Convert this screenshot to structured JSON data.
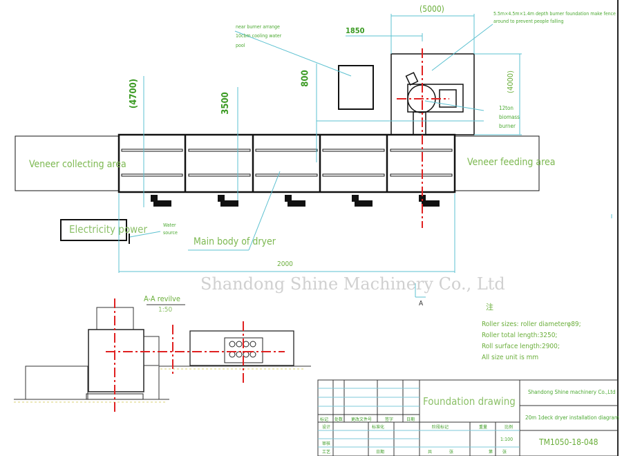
{
  "drawing": {
    "dimensions": {
      "top_width": "(5000)",
      "burner_height": "(4000)",
      "pool_offset": "1850",
      "pool_gap": "800",
      "left_depth": "(4700)",
      "mid_depth": "3500",
      "total_length": "2000"
    },
    "annotations": {
      "burner_foundation_line1": "5.5m×4.5m×1.4m depth burner foundation make fence",
      "burner_foundation_line2": "around to prevent people falling",
      "cooling_pool_line1": "near burner arrange",
      "cooling_pool_line2": "10cbm cooling water",
      "cooling_pool_line3": "pool",
      "burner_line1": "12ton",
      "burner_line2": "biomass",
      "burner_line3": "burner",
      "veneer_collecting": "Veneer collecting area",
      "veneer_feeding": "Veneer feeding area",
      "electricity": "Electricity power",
      "water_line1": "Water",
      "water_line2": "source",
      "main_body": "Main body of dryer",
      "section_marker": "A"
    },
    "section_view": {
      "title": "A-A revilve",
      "scale": "1:50"
    },
    "notes": {
      "heading": "注",
      "lines": [
        "Roller sizes: roller diameterφ89;",
        "Roller total length:3250;",
        "Roll surface length:2900;",
        "All size unit is mm"
      ]
    },
    "watermark": "Shandong Shine Machinery Co., Ltd"
  },
  "title_block": {
    "drawing_name": "Foundation drawing",
    "company": "Shandong Shine machinery Co.,Ltd",
    "description": "20m 1deck dryer installation diagram",
    "drawing_number": "TM1050-18-048",
    "scale": "1:100",
    "labels": [
      "标记",
      "处数",
      "更改文件号",
      "签字",
      "日期",
      "设计",
      "标准化",
      "阶段标记",
      "重量",
      "比例",
      "审核",
      "工艺",
      "日期",
      "共",
      "张",
      "第",
      "张"
    ]
  }
}
